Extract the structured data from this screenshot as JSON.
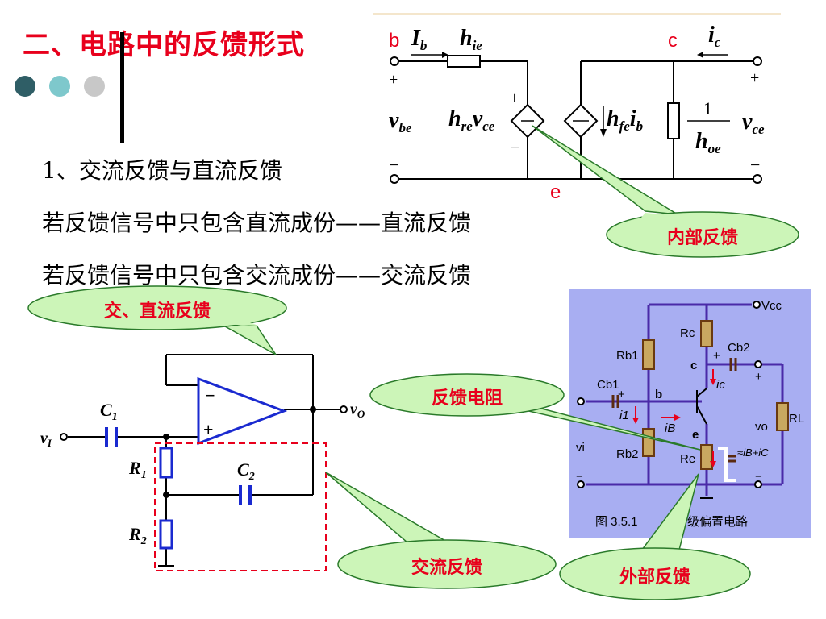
{
  "title": "二、电路中的反馈形式",
  "dots": {
    "colors": [
      "#2f5e66",
      "#7ec8cc",
      "#c8c8c8"
    ]
  },
  "text": {
    "line1": "1、交流反馈与直流反馈",
    "line2": "若反馈信号中只包含直流成份——直流反馈",
    "line3": "若反馈信号中只包含交流成份——交流反馈"
  },
  "callouts": {
    "internal": "内部反馈",
    "ac_dc": "交、直流反馈",
    "resistor": "反馈电阻",
    "ac": "交流反馈",
    "external": "外部反馈"
  },
  "hparam": {
    "b": "b",
    "c": "c",
    "e": "e",
    "plus": "+",
    "minus": "−",
    "Ib": "I",
    "Ib_sub": "b",
    "hie": "h",
    "hie_sub": "ie",
    "ic": "i",
    "ic_sub": "c",
    "vbe": "v",
    "vbe_sub": "be",
    "hre": "h",
    "hre_sub": "re",
    "vce_mid": "v",
    "vce_mid_sub": "ce",
    "hfe": "h",
    "hfe_sub": "fe",
    "ib": "i",
    "ib_sub": "b",
    "one": "1",
    "hoe": "h",
    "hoe_sub": "oe",
    "vce": "v",
    "vce_sub": "ce"
  },
  "opamp": {
    "C1": "C",
    "C1_sub": "1",
    "C2": "C",
    "C2_sub": "2",
    "R1": "R",
    "R1_sub": "1",
    "R2": "R",
    "R2_sub": "2",
    "vI": "v",
    "vI_sub": "I",
    "vO": "v",
    "vO_sub": "O",
    "minus": "−",
    "plus": "+"
  },
  "bjt": {
    "vcc": "Vcc",
    "rb1": "Rb1",
    "rc": "Rc",
    "cb2": "Cb2",
    "c": "c",
    "ic": "ic",
    "cb1": "Cb1",
    "b": "b",
    "i1": "i1",
    "ib": "iB",
    "e": "e",
    "vo": "vo",
    "rl": "RL",
    "vi": "vi",
    "rb2": "Rb2",
    "re": "Re",
    "ie": "≈iB+iC",
    "plus": "+",
    "minus": "−",
    "fig": "图 3.5.1",
    "caption": "级偏置电路"
  }
}
